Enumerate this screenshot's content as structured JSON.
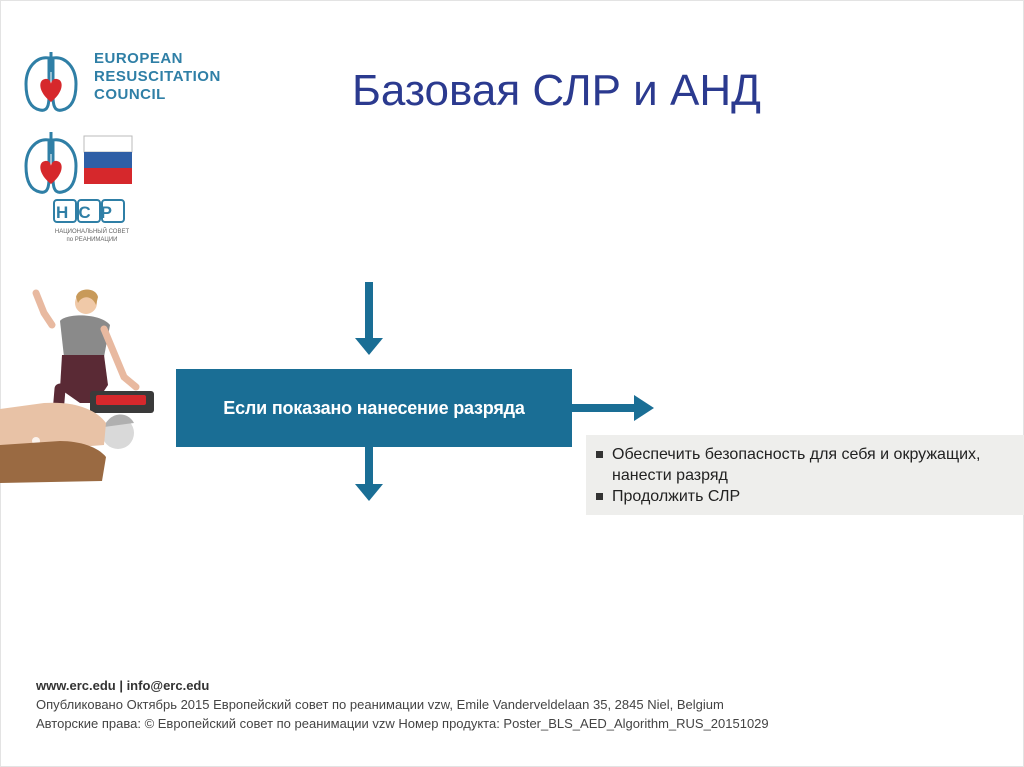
{
  "logos": {
    "erc": {
      "line1": "EUROPEAN",
      "line2": "RESUSCITATION",
      "line3": "COUNCIL"
    },
    "ncr": {
      "abbr": "НСР",
      "subtitle_line1": "НАЦИОНАЛЬНЫЙ СОВЕТ",
      "subtitle_line2": "по РЕАНИМАЦИИ"
    }
  },
  "title": "Базовая СЛР и АНД",
  "flow": {
    "decision": "Если показано нанесение разряда",
    "actions": [
      "Обеспечить безопасность для себя и окружащих,",
      "нанести разряд",
      "Продолжить СЛР"
    ]
  },
  "footer": {
    "links": "www.erc.edu | info@erc.edu",
    "published": "Опубликовано Октябрь 2015 Европейский совет по реанимации vzw, Emile Vanderveldelaan 35, 2845 Niel, Belgium",
    "copyright": "Авторские права: © Европейский совет по реанимации vzw   Номер продукта: Poster_BLS_AED_Algorithm_RUS_20151029"
  },
  "colors": {
    "primary": "#1a6e95",
    "title": "#2b3a8f",
    "erc_blue": "#2f7fa6",
    "heart_red": "#d6282c",
    "panel": "#eeeeec"
  }
}
